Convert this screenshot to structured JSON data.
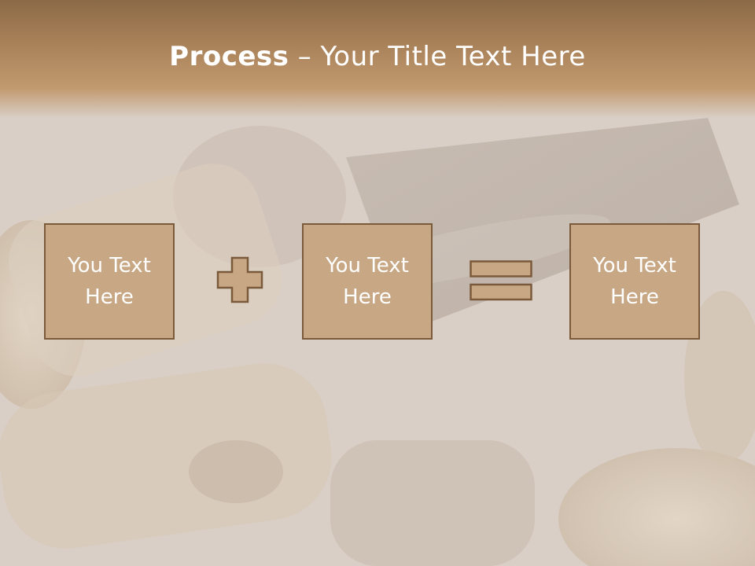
{
  "slide": {
    "title_bold": "Process",
    "title_dash": " – ",
    "title_rest": "Your Title Text Here"
  },
  "boxes": [
    {
      "label": "You Text\nHere"
    },
    {
      "label": "You Text\nHere"
    },
    {
      "label": "You Text\nHere"
    }
  ],
  "icons": {
    "operator_1": "plus-icon",
    "operator_2": "equals-icon"
  },
  "colors": {
    "box_fill": "#c8a785",
    "box_border": "#7a5a3b",
    "title_band": "#a88058",
    "text": "#ffffff"
  }
}
